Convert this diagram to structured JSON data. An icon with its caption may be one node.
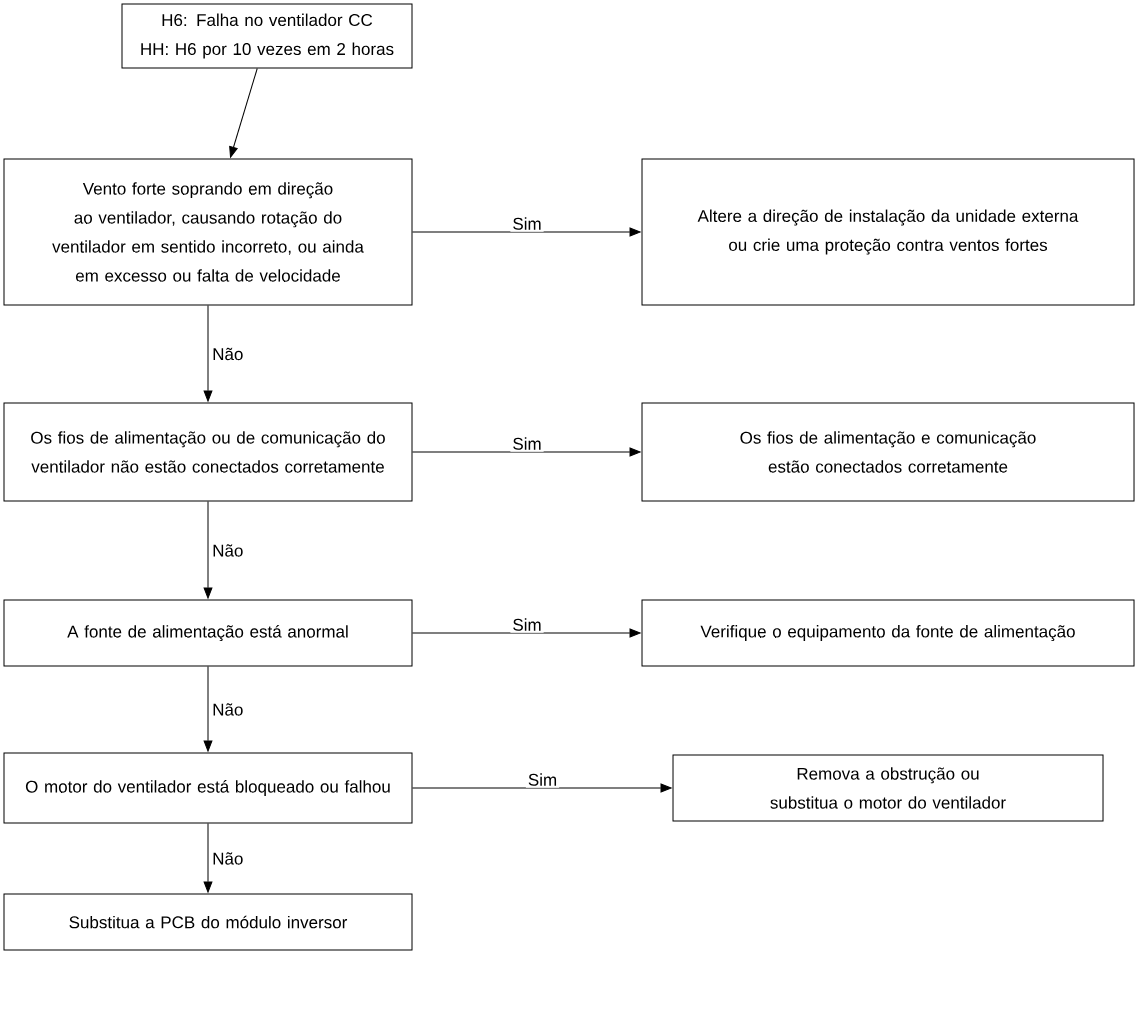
{
  "diagram": {
    "nodes": [
      {
        "text": [
          "H6: Falha no ventilador CC",
          "HH: H6 por 10 vezes em 2 horas"
        ]
      },
      {
        "text": [
          "Vento forte soprando em direção ao ventilador, causando rotação do ventilador em sentido incorreto, ou ainda em excesso ou falta de velocidade"
        ]
      },
      {
        "text": [
          "Altere a direção de instalação da unidade externa ou crie uma proteção contra ventos fortes"
        ]
      },
      {
        "text": [
          "Os fios de alimentação ou de comunicação do ventilador não estão conectados corretamente"
        ]
      },
      {
        "text": [
          "Os fios de alimentação e comunicação estão conectados corretamente"
        ]
      },
      {
        "text": [
          "A fonte de alimentação está anormal"
        ]
      },
      {
        "text": [
          "Verifique o equipamento da fonte de alimentação"
        ]
      },
      {
        "text": [
          "O motor do ventilador está bloqueado ou falhou"
        ]
      },
      {
        "text": [
          "Remova a obstrução ou substitua o motor do ventilador"
        ]
      },
      {
        "text": [
          "Substitua a PCB do módulo inversor"
        ]
      }
    ],
    "edges": [
      {
        "from": 0,
        "to": 1,
        "arrow": "to"
      },
      {
        "from": 1,
        "to": 2,
        "arrow": "to",
        "label": "Sim"
      },
      {
        "from": 1,
        "to": 3,
        "arrow": "to",
        "label": "Não"
      },
      {
        "from": 3,
        "to": 4,
        "arrow": "to",
        "label": "Sim"
      },
      {
        "from": 3,
        "to": 5,
        "arrow": "to",
        "label": "Não"
      },
      {
        "from": 5,
        "to": 6,
        "arrow": "to",
        "label": "Sim"
      },
      {
        "from": 5,
        "to": 7,
        "arrow": "to",
        "label": "Não"
      },
      {
        "from": 7,
        "to": 8,
        "arrow": "to",
        "label": "Sim"
      },
      {
        "from": 7,
        "to": 9,
        "arrow": "to",
        "label": "Não"
      }
    ]
  }
}
